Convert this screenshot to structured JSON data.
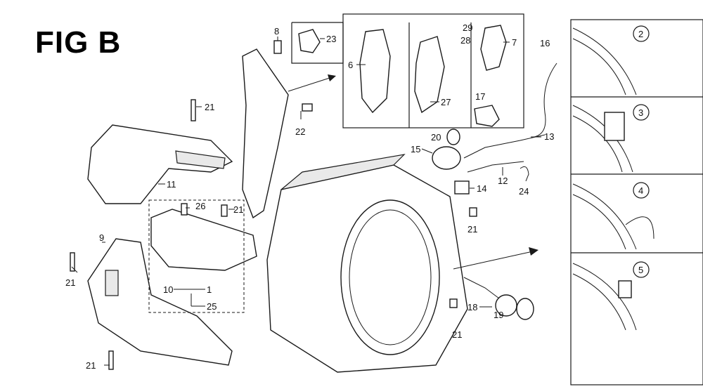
{
  "figure": {
    "title": "FIG B"
  },
  "callouts": [
    "2",
    "3",
    "4",
    "5",
    "6",
    "7",
    "8",
    "9",
    "10",
    "1",
    "11",
    "12",
    "13",
    "14",
    "15",
    "16",
    "17",
    "18",
    "19",
    "20",
    "21",
    "22",
    "23",
    "24",
    "25",
    "26",
    "27",
    "28",
    "29"
  ],
  "detail_circles": [
    "2",
    "3",
    "4",
    "5"
  ]
}
